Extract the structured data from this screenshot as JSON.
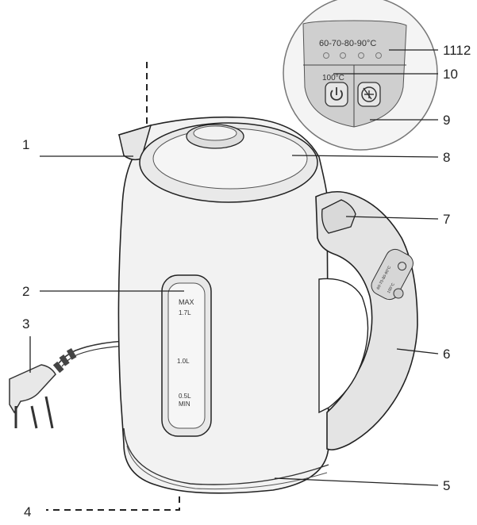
{
  "callouts": {
    "c1": "1",
    "c2": "2",
    "c3": "3",
    "c4": "4",
    "c5": "5",
    "c6": "6",
    "c7": "7",
    "c8": "8",
    "c9": "9",
    "c10": "10",
    "c1112": "1112"
  },
  "inset": {
    "temps": "60-70-80-90°C",
    "boil": "100°C"
  },
  "window": {
    "max": "MAX",
    "max_vol": "1.7L",
    "mid": "1.0L",
    "min_vol": "0.5L",
    "min": "MIN"
  },
  "handle_panel": {
    "temps": "60-70-80-90°C",
    "boil": "100°C"
  },
  "colors": {
    "line": "#222222",
    "body_fill": "#f2f2f2",
    "panel_fill": "#cfcfcf"
  }
}
